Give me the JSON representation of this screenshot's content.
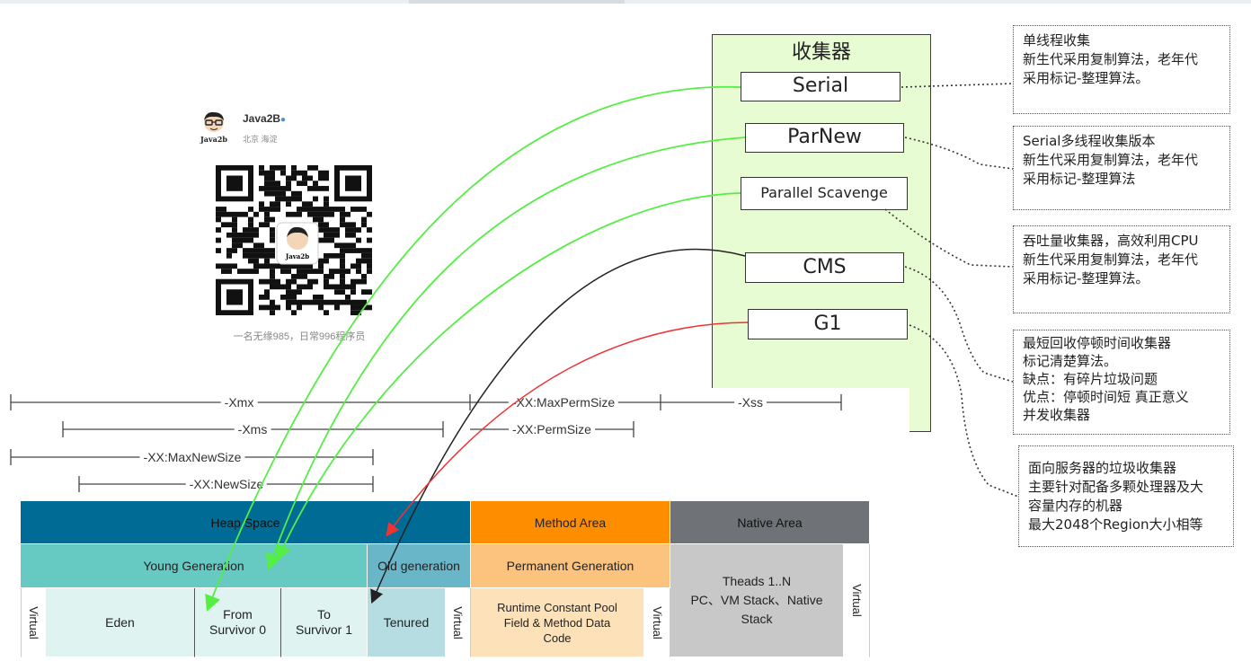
{
  "profile": {
    "name": "Java2B",
    "location": "北京 海淀",
    "avatar_label": "Java2b",
    "caption": "一名无缘985，日常996程序员"
  },
  "collectors": {
    "title": "收集器",
    "items": [
      "Serial",
      "ParNew",
      "Parallel Scavenge",
      "CMS",
      "G1"
    ]
  },
  "notes": [
    [
      "单线程收集",
      "新生代采用复制算法，老年代",
      "采用标记-整理算法。"
    ],
    [
      "Serial多线程收集版本",
      "新生代采用复制算法，老年代",
      "采用标记-整理算法"
    ],
    [
      "吞吐量收集器，高效利用CPU",
      "新生代采用复制算法，老年代",
      "采用标记-整理算法。"
    ],
    [
      "最短回收停顿时间收集器",
      "标记清楚算法。",
      "缺点：有碎片垃圾问题",
      "优点：停顿时间短 真正意义",
      "并发收集器"
    ],
    [
      "面向服务器的垃圾收集器",
      "主要针对配备多颗处理器及大",
      "容量内存的机器",
      "最大2048个Region大小相等"
    ]
  ],
  "dimensions": [
    "-Xmx",
    "-XX:MaxPermSize",
    "-Xss",
    "-Xms",
    "-XX:PermSize",
    "-XX:MaxNewSize",
    "-XX:NewSize"
  ],
  "memory": {
    "heap": "Heap Space",
    "method": "Method Area",
    "native": "Native Area",
    "young": "Young Generation",
    "old": "Old generation",
    "perm": "Permanent Generation",
    "virtual": "Virtual",
    "eden": "Eden",
    "from": "From\nSurvivor 0",
    "to": "To\nSurvivor 1",
    "tenured": "Tenured",
    "runtime": "Runtime Constant Pool\nField & Method Data\nCode",
    "threads": "Theads 1..N\nPC、VM Stack、Native\nStack"
  },
  "colors": {
    "heap": "#006c96",
    "young": "#66c9c2",
    "eden": "#dff3f0",
    "old": "#69b6c9",
    "tenured": "#b6dde2",
    "method": "#ff8d00",
    "perm": "#fcc37e",
    "runtime": "#fde2b9",
    "native": "#6f7378",
    "native_cell": "#c8c8c8",
    "panel": "#e8fcd3",
    "arrow_green": "#55ee44",
    "arrow_red": "#ee3333",
    "arrow_black": "#222222"
  }
}
